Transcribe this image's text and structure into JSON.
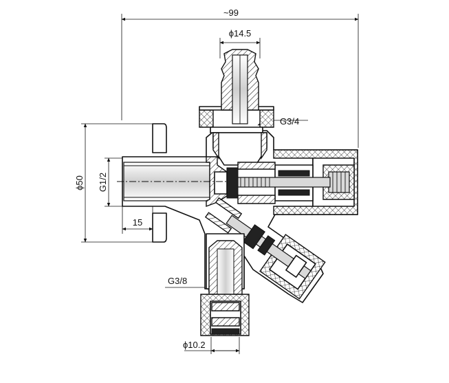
{
  "dimensions": {
    "overall_width": "~99",
    "top_outlet_diameter": "ϕ14.5",
    "top_thread": "G3/4",
    "inlet_thread": "G1/2",
    "body_height": "ϕ50",
    "inlet_length": "15",
    "bottom_thread": "G3/8",
    "bottom_outlet_diameter": "ϕ10.2"
  }
}
